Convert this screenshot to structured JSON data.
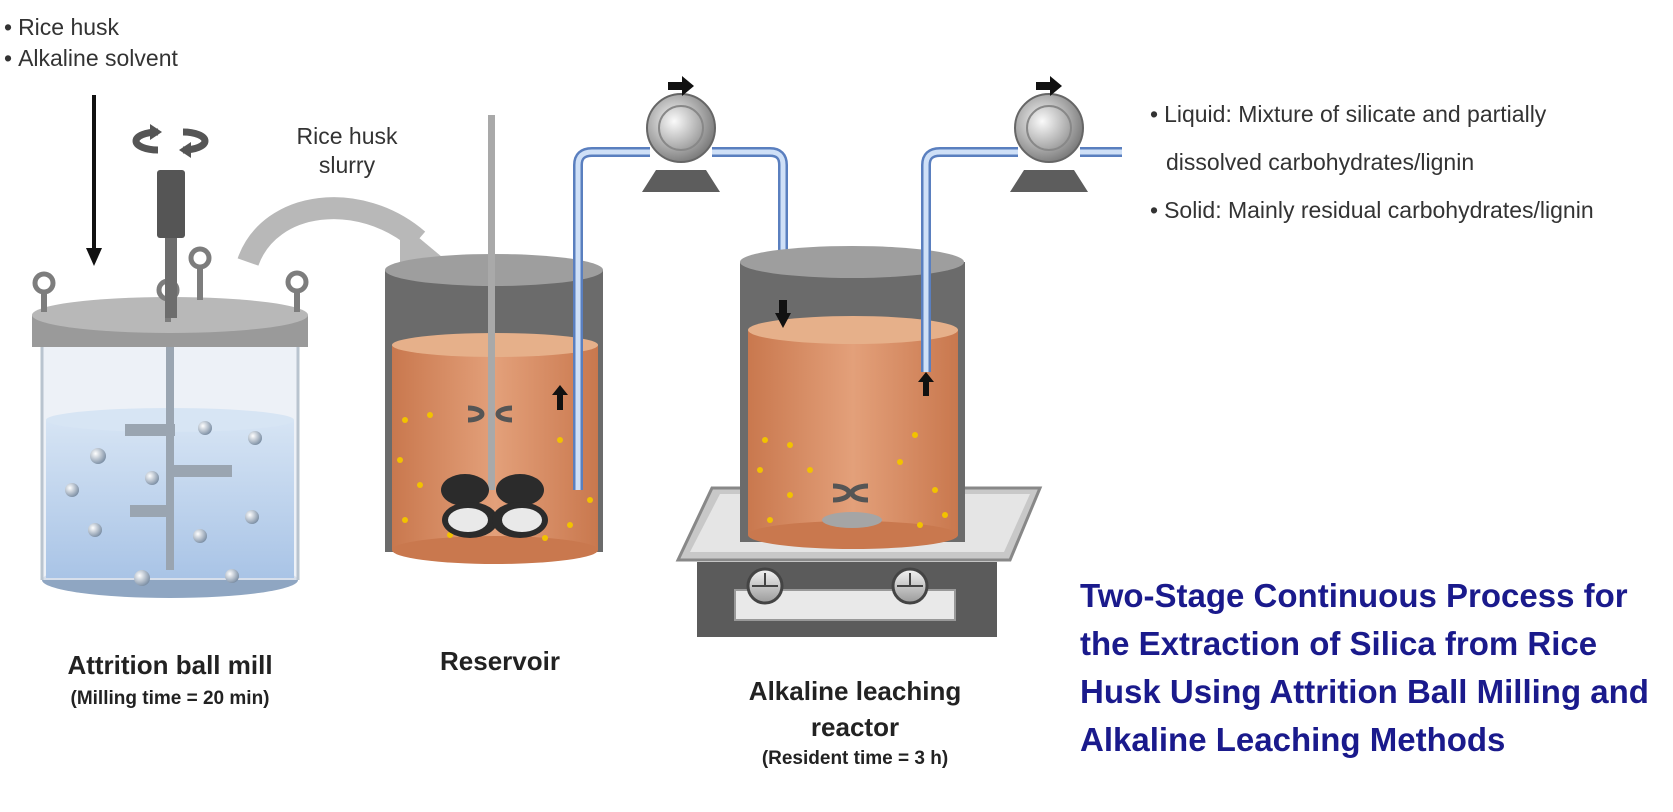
{
  "inputs": [
    "Rice husk",
    "Alkaline solvent"
  ],
  "transfer_label": [
    "Rice husk",
    "slurry"
  ],
  "ball_mill": {
    "name": "Attrition ball mill",
    "detail": "(Milling time = 20 min)"
  },
  "reservoir": {
    "name": "Reservoir"
  },
  "reactor": {
    "name_line1": "Alkaline leaching",
    "name_line2": "reactor",
    "detail": "(Resident time = 3 h)"
  },
  "outputs": {
    "liquid_line1": "Liquid: Mixture of silicate and partially",
    "liquid_line2": "dissolved carbohydrates/lignin",
    "solid": "Solid: Mainly residual carbohydrates/lignin"
  },
  "title": "Two-Stage Continuous Process for the Extraction of Silica from Rice Husk Using Attrition Ball Milling and Alkaline Leaching Methods",
  "colors": {
    "water": "#c3d7ee",
    "slurry": "#d9956a",
    "slurry_top": "#e6b08a",
    "lid": "#9a9a9a",
    "pipe": "#7a9fd6",
    "particle": "#f2c200",
    "title": "#1a1a8c"
  }
}
